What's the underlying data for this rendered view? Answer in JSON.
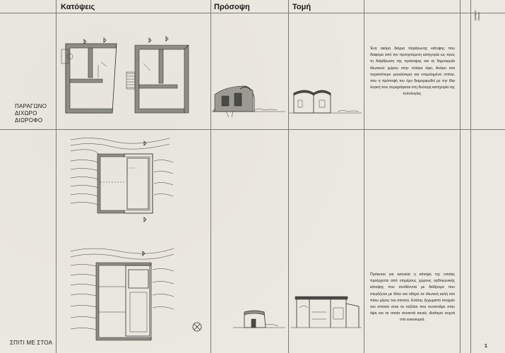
{
  "headers": {
    "plans": "Κατόψεις",
    "facade": "Πρόσοψη",
    "section": "Τομή"
  },
  "corner_note": "Αριθμός Οικιών",
  "rows": [
    {
      "label_lines": [
        "ΠΑΡΑΓΩΝΟ",
        "ΔΙΧΩΡΟ",
        "ΔΙΩΡΟΦΟ"
      ],
      "description": "Ένα ακόμη δείγμα παράγωνης κάτοψης που διαφέρει από την προηγούμενη κατηγορία ως προς τη διάρθρωση της πρόσοψης και τη δημιουργία ιδιωτικού χώρου στην πλάγια όψη. Ανήκει στα περισσότερο μεγαλύτερα και επιμελημένα σπίτια, που η πρόσοψή του έχει διαμορφωθεί με την ίδια λογική που περιγράφεται στη δεύτερη κατηγορία της τυπολογίας."
    },
    {
      "label_lines": [
        "ΣΠΙΤΙ ΜΕ ΣΤΟΑ"
      ],
      "description": "Πρόκειται για κατοικία η κάτοψη της οποίας προέρχεται από επιμέρους χώρους ορθογωνικής κάτοψης που συνδέονται με διάδρομο που στεγάζεται με θόλο και οδηγεί σε ιδιωτική αυλή στο πίσω μέρος του σπιτιού. Επίσης ξεχωριστό στοιχείο του σπιτιού είναι τα τοξύλια που συναντάμε στην όψη και τα οποία συναντά κανείς ιδιαίτερα συχνά στα νοικοκυριά."
    }
  ],
  "page_number": "1"
}
